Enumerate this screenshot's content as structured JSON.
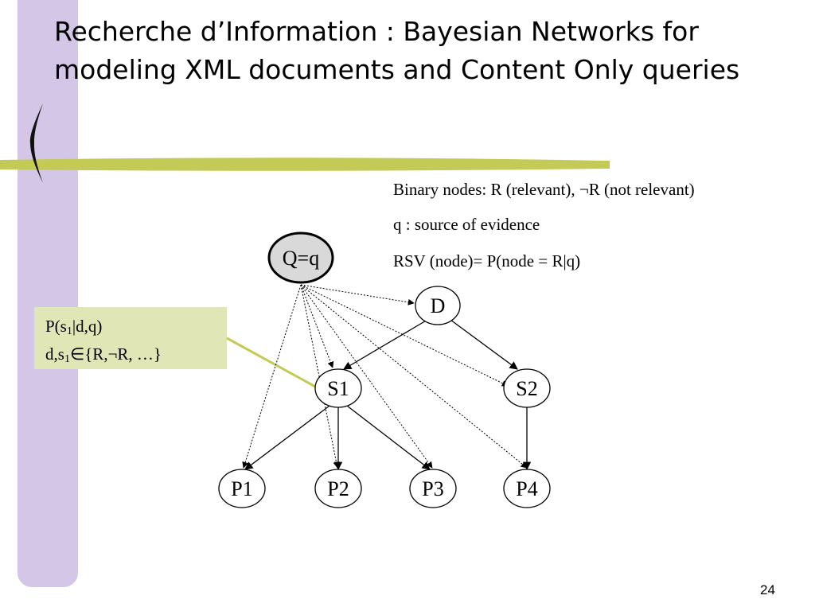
{
  "slide": {
    "title": "Recherche d’Information : Bayesian Networks for modeling XML documents and Content Only queries",
    "page_number": "24"
  },
  "info": {
    "line1": "Binary nodes: R (relevant), ¬R (not relevant)",
    "line2": "q : source of evidence",
    "line3": "RSV (node)= P(node = R|q)"
  },
  "callout": {
    "line1_pre": "P(s",
    "line1_sub": "1",
    "line1_post": "|d,q)",
    "line2_pre": "d,s",
    "line2_sub": "1",
    "line2_post": "∈{R,¬R, …}"
  },
  "diagram": {
    "nodes": {
      "query": "Q=q",
      "d": "D",
      "s1": "S1",
      "s2": "S2",
      "p1": "P1",
      "p2": "P2",
      "p3": "P3",
      "p4": "P4"
    }
  },
  "colors": {
    "sidebar": "#d4c6e6",
    "olive_bar": "#c3ca55",
    "callout_fill": "#e1e6b6",
    "query_fill": "#d9d9d9"
  }
}
